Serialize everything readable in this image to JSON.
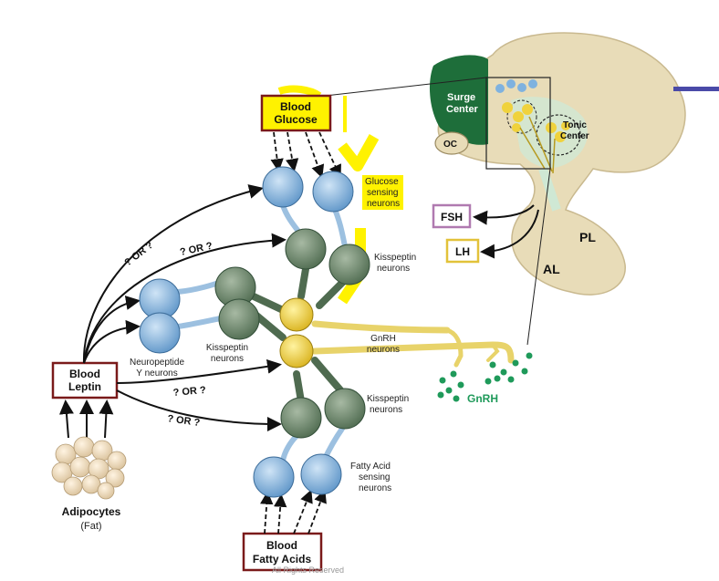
{
  "boxes": {
    "blood_glucose": [
      "Blood",
      "Glucose"
    ],
    "blood_leptin": [
      "Blood",
      "Leptin"
    ],
    "blood_fatty_acids": [
      "Blood",
      "Fatty Acids"
    ],
    "fsh": "FSH",
    "lh": "LH"
  },
  "labels": {
    "glucose_sensing": [
      "Glucose",
      "sensing",
      "neurons"
    ],
    "kisspeptin_top": [
      "Kisspeptin",
      "neurons"
    ],
    "kisspeptin_mid": [
      "Kisspeptin",
      "neurons"
    ],
    "kisspeptin_bottom": [
      "Kisspeptin",
      "neurons"
    ],
    "neuropeptide_y": [
      "Neuropeptide",
      "Y neurons"
    ],
    "gnrh_neurons": [
      "GnRH",
      "neurons"
    ],
    "gnrh": "GnRH",
    "fatty_acid_sensing": [
      "Fatty Acid",
      "sensing",
      "neurons"
    ],
    "adipocytes": "Adipocytes",
    "fat": "(Fat)",
    "or_1": "? OR ?",
    "or_2": "? OR ?",
    "or_3": "? OR ?",
    "or_4": "? OR ?",
    "surge_center": [
      "Surge",
      "Center"
    ],
    "tonic_center": [
      "Tonic",
      "Center"
    ],
    "oc": "OC",
    "pl": "PL",
    "al": "AL"
  },
  "footer": "All Rights Reserved",
  "colors": {
    "box_border": "#7a1a1a",
    "highlight": "#fff200",
    "neuron_blue": "#7fb2df",
    "neuron_green": "#6f8a6f",
    "neuron_yellow": "#f0d23c",
    "gnrh_green": "#1f9a5a",
    "fsh_border": "#b07ab0",
    "lh_border": "#e2c23a",
    "brain": "#e8dcb8",
    "surge_green": "#1e6e3a"
  }
}
